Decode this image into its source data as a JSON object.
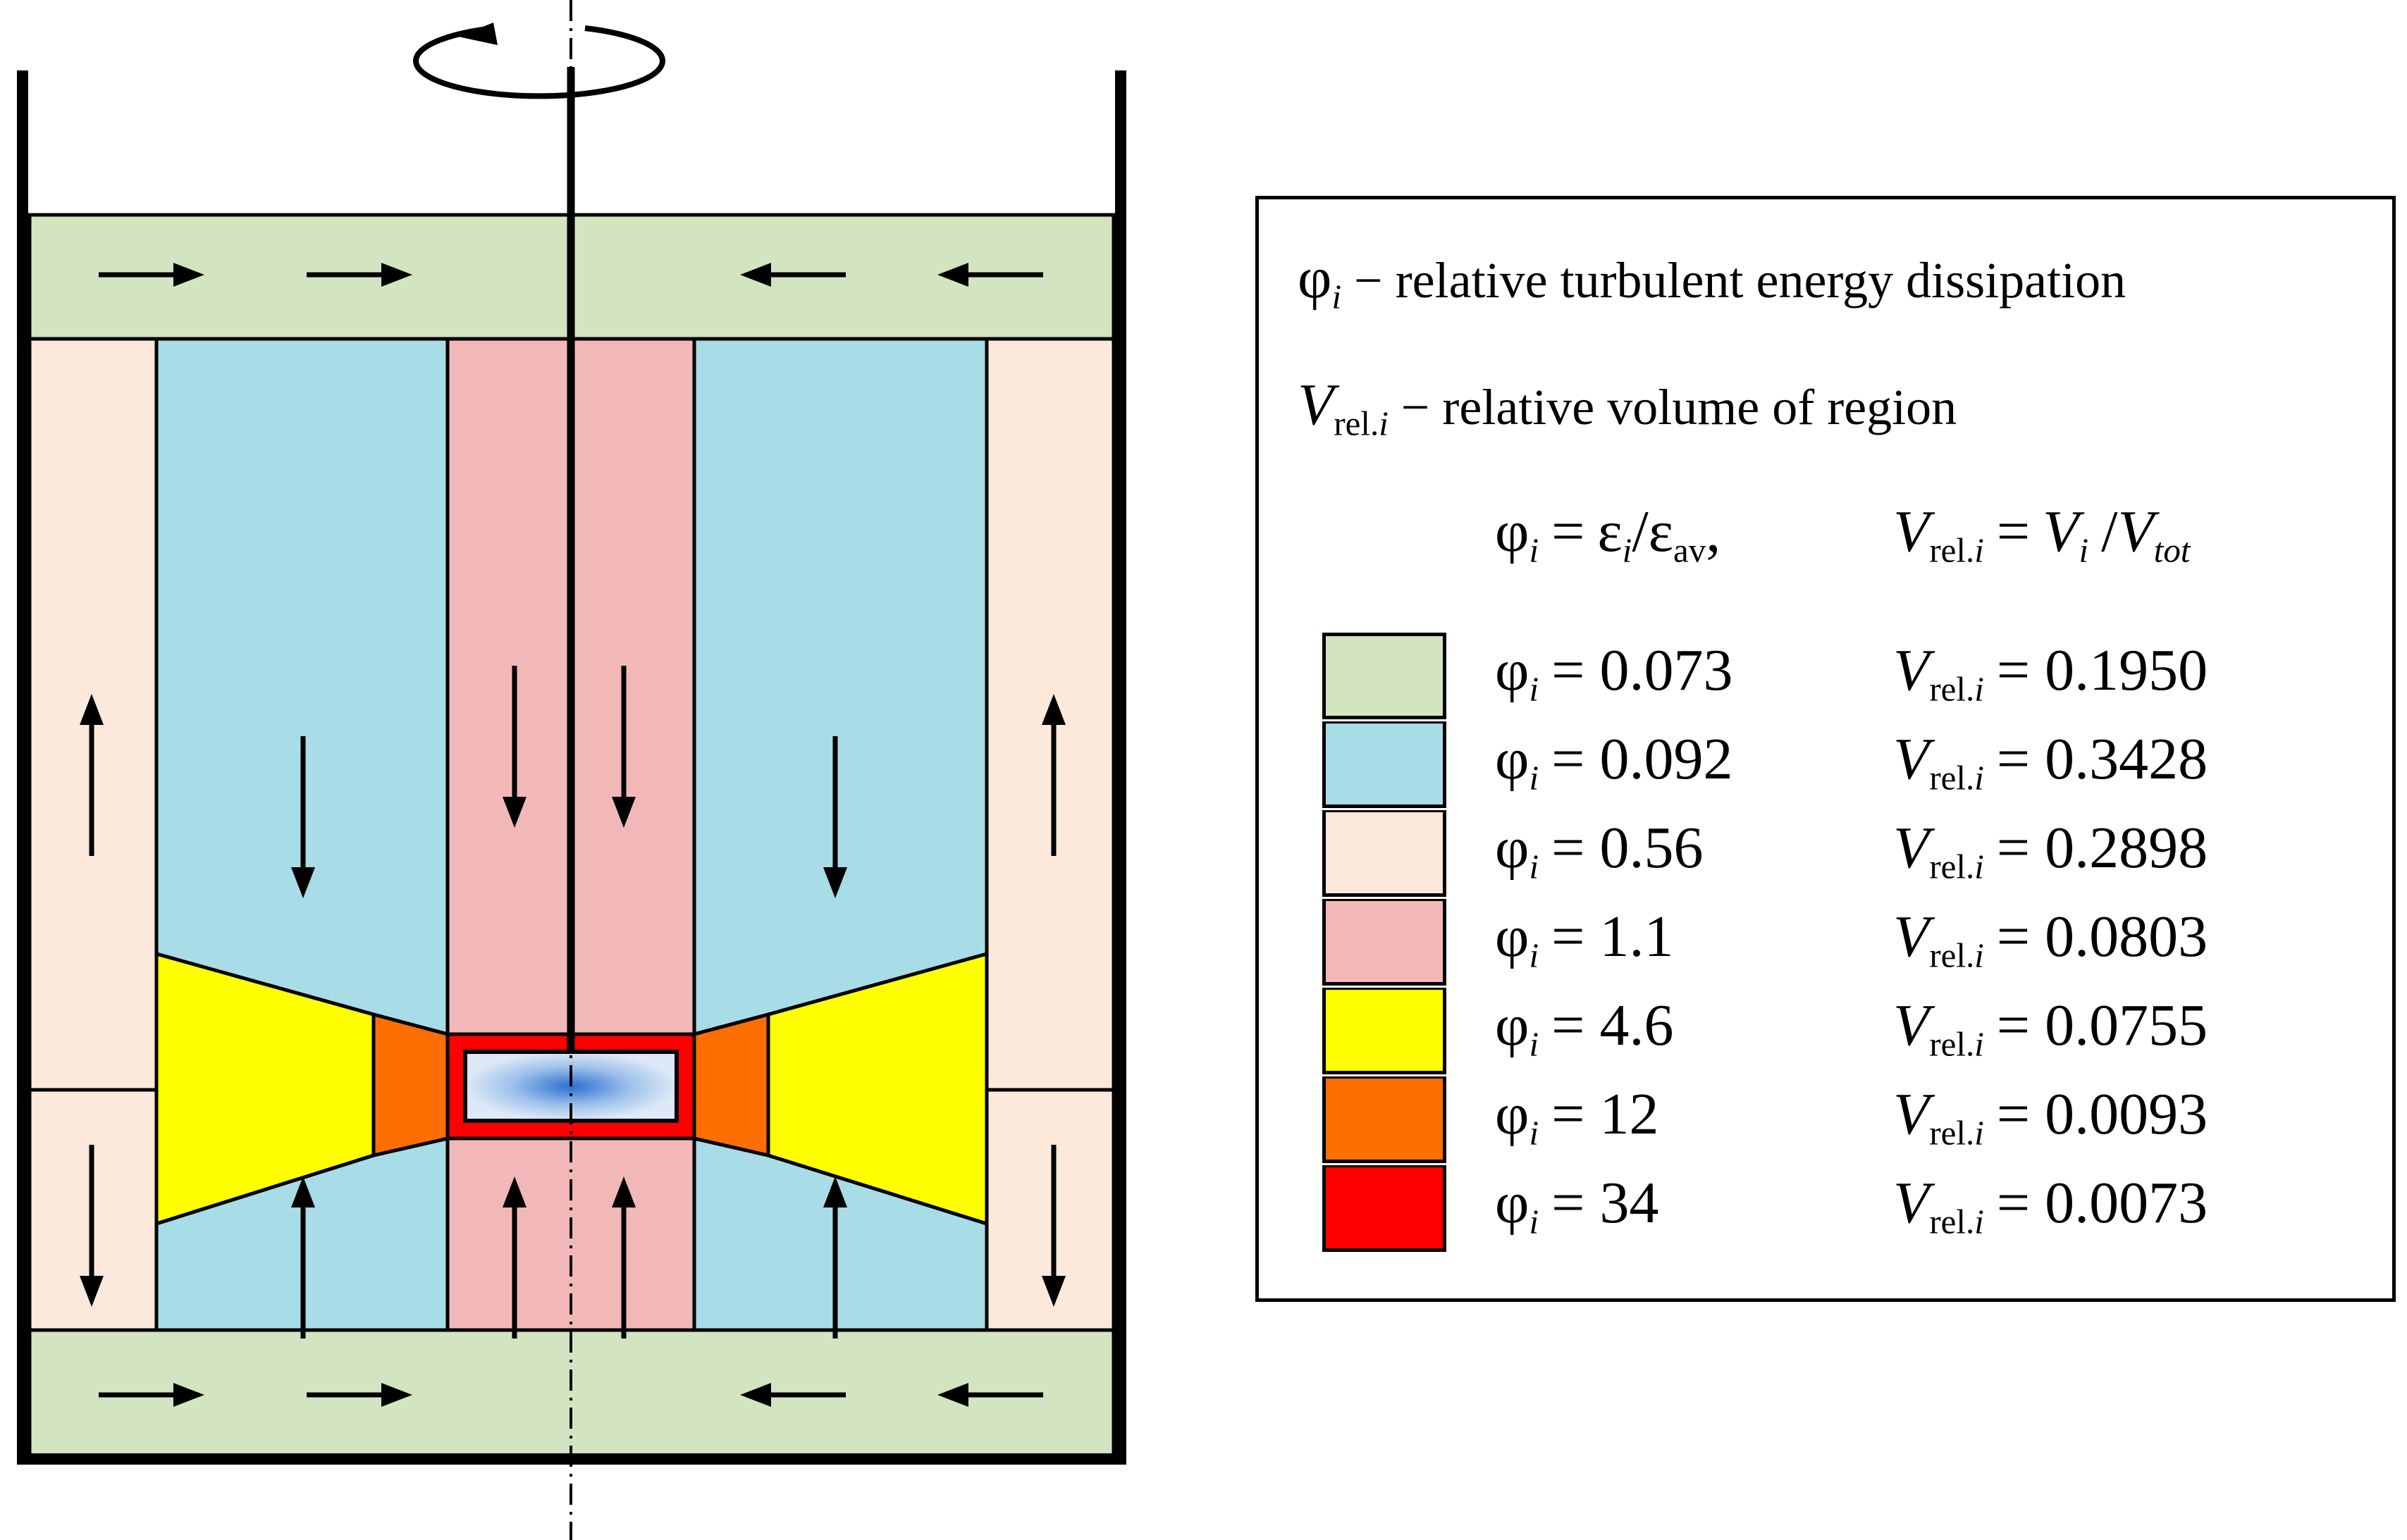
{
  "legend": {
    "phi_description": "relative turbulent energy dissipation",
    "vrel_description": "relative volume of region",
    "phi_definition": "= εi/εav,",
    "vrel_definition": "= Vi /Vtot",
    "rows": [
      {
        "phi": "0.073",
        "vrel": "0.1950",
        "color": "#d3e4c0"
      },
      {
        "phi": "0.092",
        "vrel": "0.3428",
        "color": "#a8dce6"
      },
      {
        "phi": "0.56",
        "vrel": "0.2898",
        "color": "#fde8dc"
      },
      {
        "phi": "1.1",
        "vrel": "0.0803",
        "color": "#f2b8b8"
      },
      {
        "phi": "4.6",
        "vrel": "0.0755",
        "color": "#ffff00"
      },
      {
        "phi": "12",
        "vrel": "0.0093",
        "color": "#ff6e00"
      },
      {
        "phi": "34",
        "vrel": "0.0073",
        "color": "#ff0000"
      }
    ]
  },
  "colors": {
    "green": "#d3e4c0",
    "blue": "#a8dce6",
    "peach": "#fde8dc",
    "pink": "#f2b8b8",
    "yellow": "#ffff00",
    "orange": "#ff6e00",
    "red": "#ff0000",
    "impeller": "#3a7fd0"
  },
  "icons": [
    "rotation-arrow-icon",
    "flow-arrow-icon"
  ]
}
